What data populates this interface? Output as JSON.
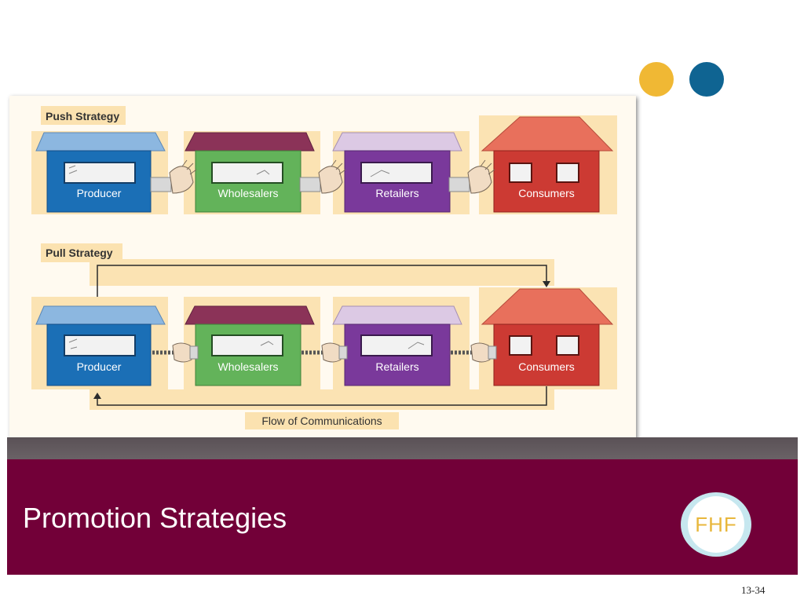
{
  "slide": {
    "title": "Promotion Strategies",
    "logo_text": "FHF",
    "slide_number": "13-34"
  },
  "colors": {
    "banner": "#720038",
    "accent_yellow": "#f0b834",
    "accent_blue": "#0f6492",
    "producer": "#1b6fb6",
    "wholesalers": "#63b35a",
    "retailers": "#7a399b",
    "consumers": "#cc3a33"
  },
  "diagram": {
    "push": {
      "heading": "Push Strategy",
      "nodes": [
        "Producer",
        "Wholesalers",
        "Retailers",
        "Consumers"
      ]
    },
    "pull": {
      "heading": "Pull Strategy",
      "nodes": [
        "Producer",
        "Wholesalers",
        "Retailers",
        "Consumers"
      ],
      "flow_label": "Flow of Communications"
    }
  }
}
